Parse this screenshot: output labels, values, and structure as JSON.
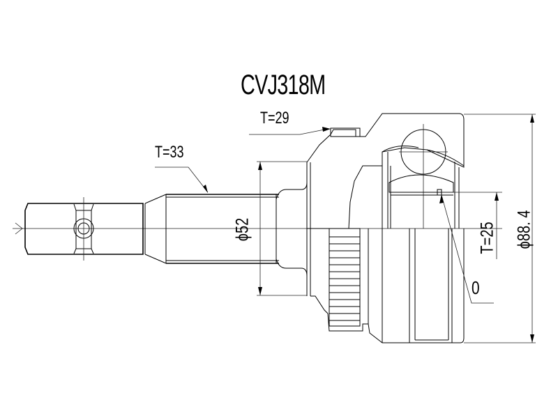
{
  "drawing": {
    "part_number": "CVJ318M",
    "subject": "Outer CV joint (constant velocity joint) cross-section drawing",
    "colors": {
      "line": "#000000",
      "background": "#ffffff"
    }
  },
  "annotations": {
    "outer_spline_teeth": "T=29",
    "shaft_spline_teeth": "T=33",
    "inner_spline_teeth": "T=25",
    "shaft_seat_diameter": "ϕ52",
    "housing_diameter": "ϕ88. 4",
    "o_ring_label": "0"
  }
}
